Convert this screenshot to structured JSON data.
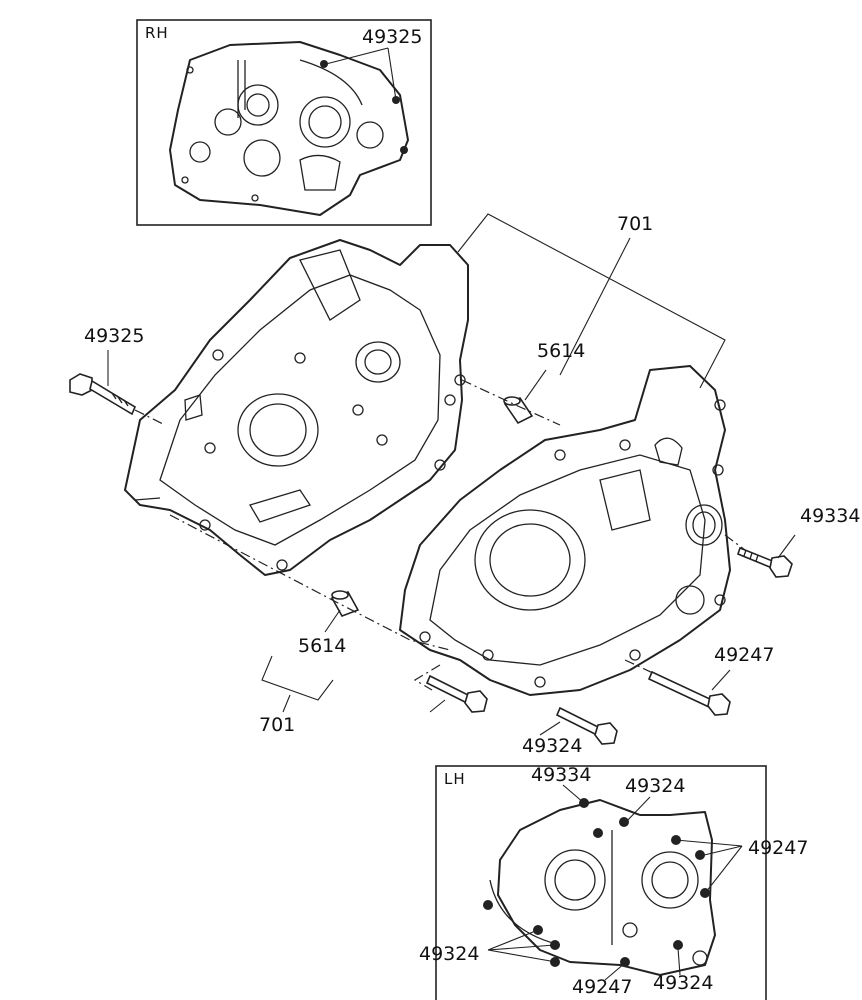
{
  "insets": {
    "rh": {
      "label": "RH",
      "parts": [
        "49325"
      ]
    },
    "lh": {
      "label": "LH",
      "parts": [
        "49334",
        "49324",
        "49247",
        "49324",
        "49247",
        "49324"
      ]
    }
  },
  "callouts": {
    "c701_top": "701",
    "c5614_top": "5614",
    "c49325": "49325",
    "c49334": "49334",
    "c5614_bottom": "5614",
    "c49247": "49247",
    "c701_bottom": "701",
    "c49324": "49324"
  },
  "colors": {
    "line": "#222222",
    "background": "#ffffff"
  }
}
